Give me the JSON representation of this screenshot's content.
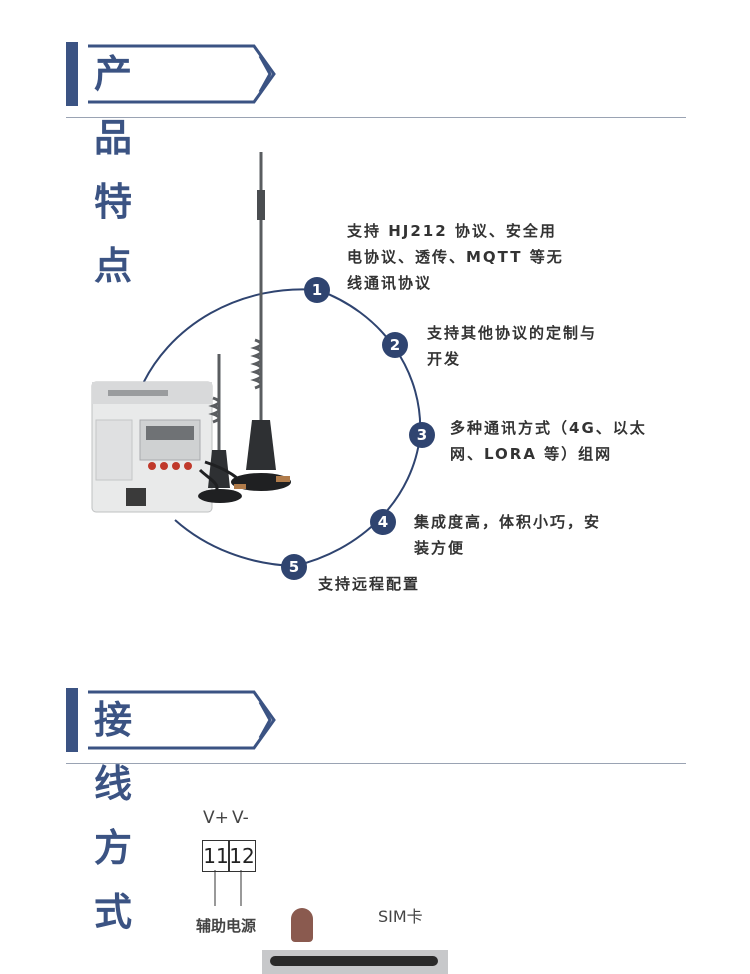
{
  "section1": {
    "title": "产品特点"
  },
  "features": [
    {
      "number": "1",
      "text_lines": [
        "支持 HJ212 协议、安全用",
        "电协议、透传、MQTT 等无",
        "线通讯协议"
      ]
    },
    {
      "number": "2",
      "text_lines": [
        "支持其他协议的定制与",
        "开发"
      ]
    },
    {
      "number": "3",
      "text_lines": [
        "多种通讯方式（4G、以太",
        "网、LORA 等）组网"
      ]
    },
    {
      "number": "4",
      "text_lines": [
        "集成度高，体积小巧，安",
        "装方便"
      ]
    },
    {
      "number": "5",
      "text_lines": [
        "支持远程配置"
      ]
    }
  ],
  "section2": {
    "title": "接线方式"
  },
  "wiring": {
    "v_plus": "V+",
    "v_minus": "V-",
    "terminal_1": "11",
    "terminal_2": "12",
    "power_label": "辅助电源",
    "sim_label": "SIM卡"
  },
  "colors": {
    "accent": "#3b5383",
    "circle": "#2f4470"
  }
}
